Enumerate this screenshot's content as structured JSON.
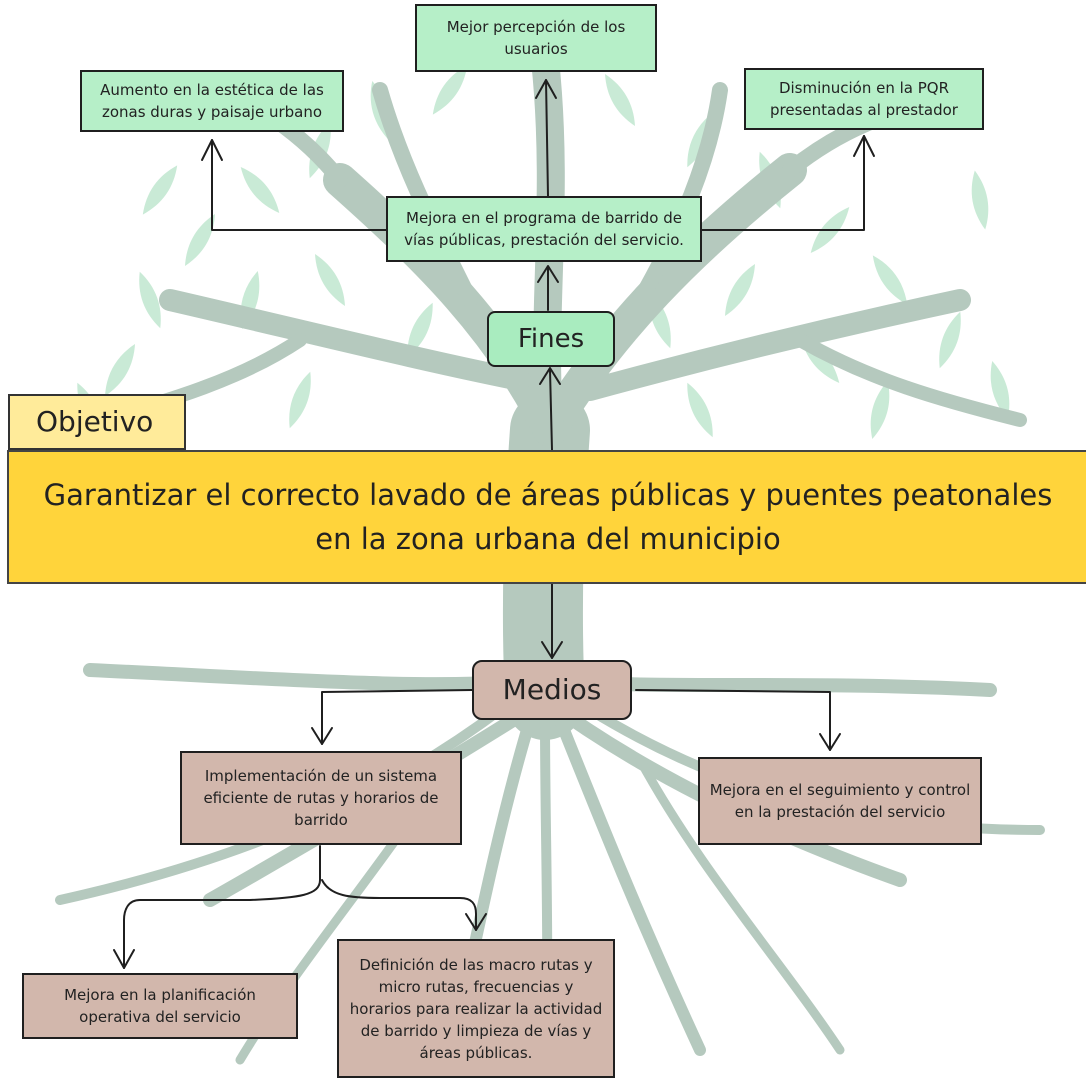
{
  "fines": {
    "label": "Fines",
    "items": {
      "percepcion": "Mejor percepción de los usuarios",
      "estetica": "Aumento en la estética de las zonas duras y paisaje urbano",
      "pqr": "Disminución en la PQR presentadas al prestador",
      "programa": "Mejora en el programa de barrido de vías públicas, prestación del servicio."
    }
  },
  "objetivo": {
    "label": "Objetivo",
    "text": "Garantizar el correcto lavado de áreas públicas y puentes peatonales en la zona urbana del municipio"
  },
  "medios": {
    "label": "Medios",
    "items": {
      "implementacion": "Implementación de un sistema eficiente de rutas y horarios de barrido",
      "seguimiento": "Mejora en el seguimiento y control en la prestación del servicio",
      "planificacion": "Mejora en la planificación operativa del servicio",
      "definicion": "Definición de las macro rutas y micro rutas, frecuencias y horarios para realizar la actividad de barrido y limpieza de vías y áreas públicas."
    }
  },
  "colors": {
    "fines_box": "#b6efc8",
    "medios_box": "#d2b7ac",
    "objective_main": "#ffd43b",
    "objective_tag": "#ffeb9a",
    "tree_trunk": "#b5c9be",
    "tree_leaf": "#c9ead6"
  },
  "icons": [
    "tree-illustration"
  ]
}
